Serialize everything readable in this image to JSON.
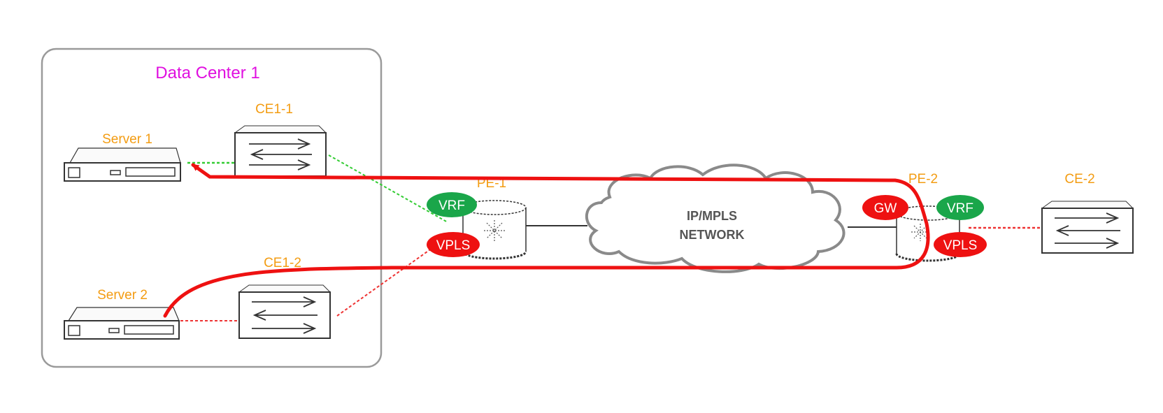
{
  "diagram": {
    "datacenter_title": "Data Center 1",
    "nodes": {
      "server1": "Server 1",
      "server2": "Server 2",
      "ce1_1": "CE1-1",
      "ce1_2": "CE1-2",
      "pe1": "PE-1",
      "pe2": "PE-2",
      "ce2": "CE-2"
    },
    "cloud": {
      "line1": "IP/MPLS",
      "line2": "NETWORK"
    },
    "badges": {
      "pe1_vrf": "VRF",
      "pe1_vpls": "VPLS",
      "pe2_gw": "GW",
      "pe2_vrf": "VRF",
      "pe2_vpls": "VPLS"
    },
    "colors": {
      "node_label": "#f39c12",
      "title": "#e010e0",
      "vrf": "#1aa64a",
      "vpls": "#ee1111",
      "path": "#ee1111",
      "l3_link": "#33cc33",
      "l2_link": "#ee3333",
      "cloud": "#8a8a8a"
    }
  }
}
